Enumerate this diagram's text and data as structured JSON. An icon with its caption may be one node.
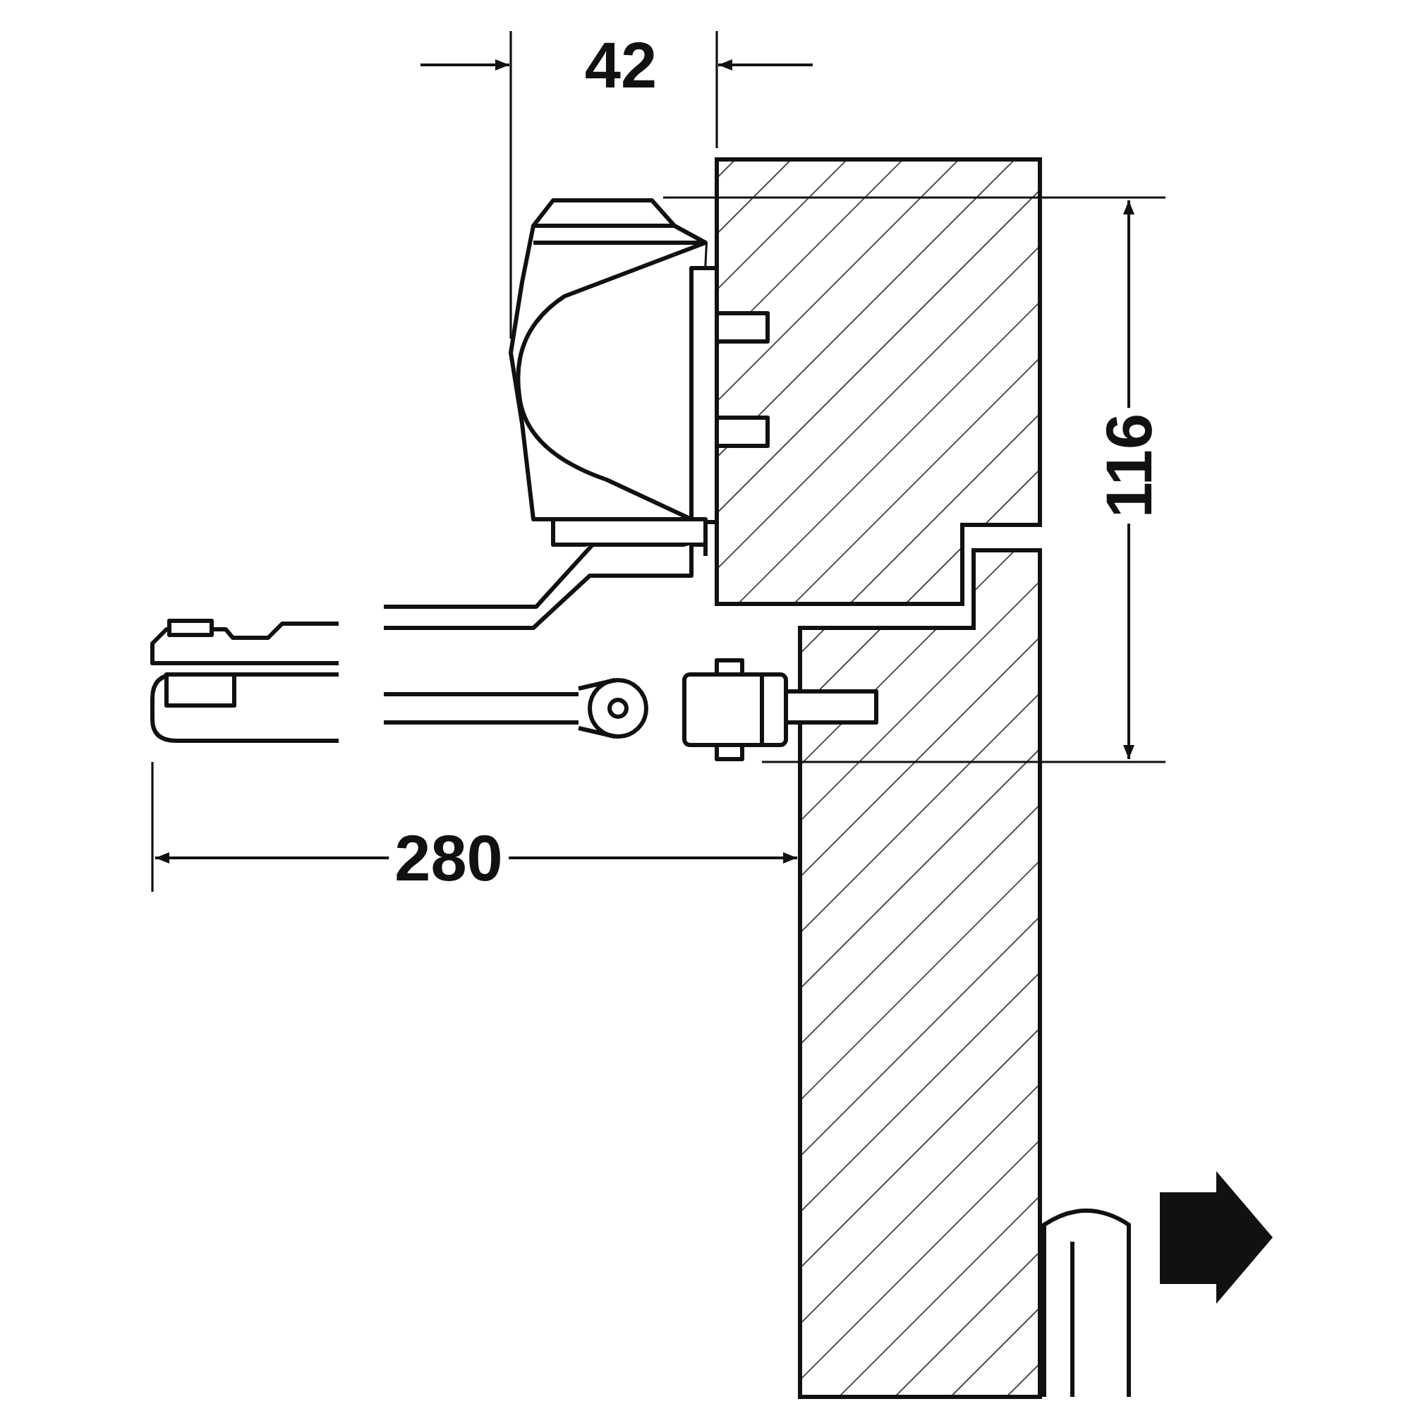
{
  "diagram": {
    "labels": [
      "42",
      "116",
      "280"
    ]
  }
}
